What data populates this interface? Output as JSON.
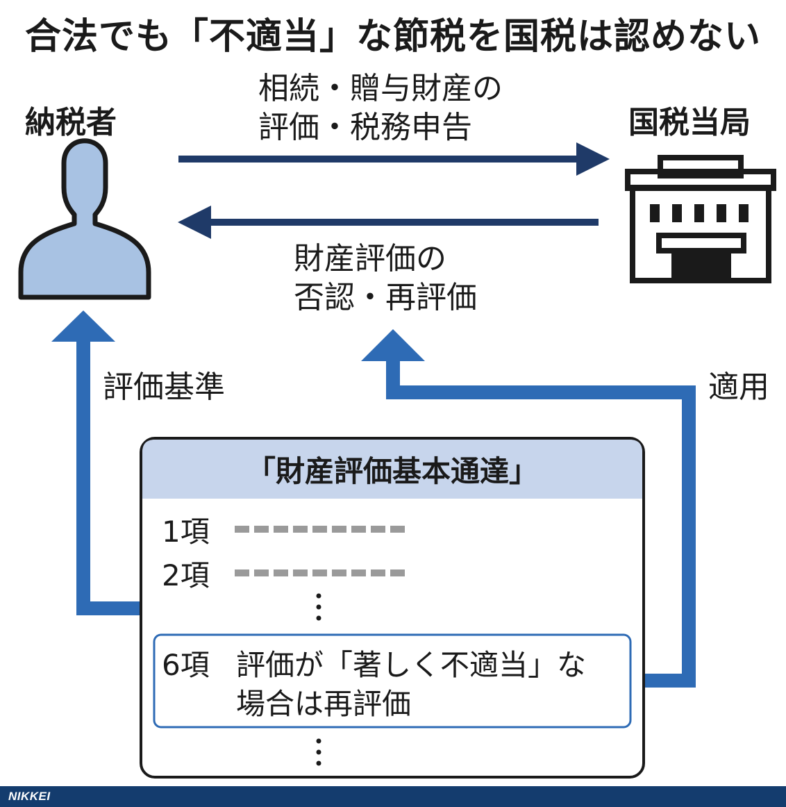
{
  "title": "合法でも「不適当」な節税を国税は認めない",
  "taxpayer": {
    "label": "納税者",
    "icon": "person-icon"
  },
  "tax_authority": {
    "label": "国税当局",
    "icon": "building-icon"
  },
  "arrow_to_authority": {
    "line1": "相続・贈与財産の",
    "line2": "評価・税務申告"
  },
  "arrow_to_taxpayer": {
    "line1": "財産評価の",
    "line2": "否認・再評価"
  },
  "criteria_label": "評価基準",
  "apply_label": "適用",
  "notice": {
    "title": "「財産評価基本通達」",
    "items": [
      {
        "num": "1項",
        "text": ""
      },
      {
        "num": "2項",
        "text": ""
      }
    ],
    "highlight": {
      "num": "6項",
      "line1": "評価が「著しく不適当」な",
      "line2": "場合は再評価"
    }
  },
  "footer": {
    "logo": "NIKKEI"
  },
  "colors": {
    "navy": "#1f3a68",
    "blue": "#2e6bb5",
    "light_blue": "#a8c2e3",
    "box_header": "#c7d5ec",
    "footer": "#143c6e"
  }
}
